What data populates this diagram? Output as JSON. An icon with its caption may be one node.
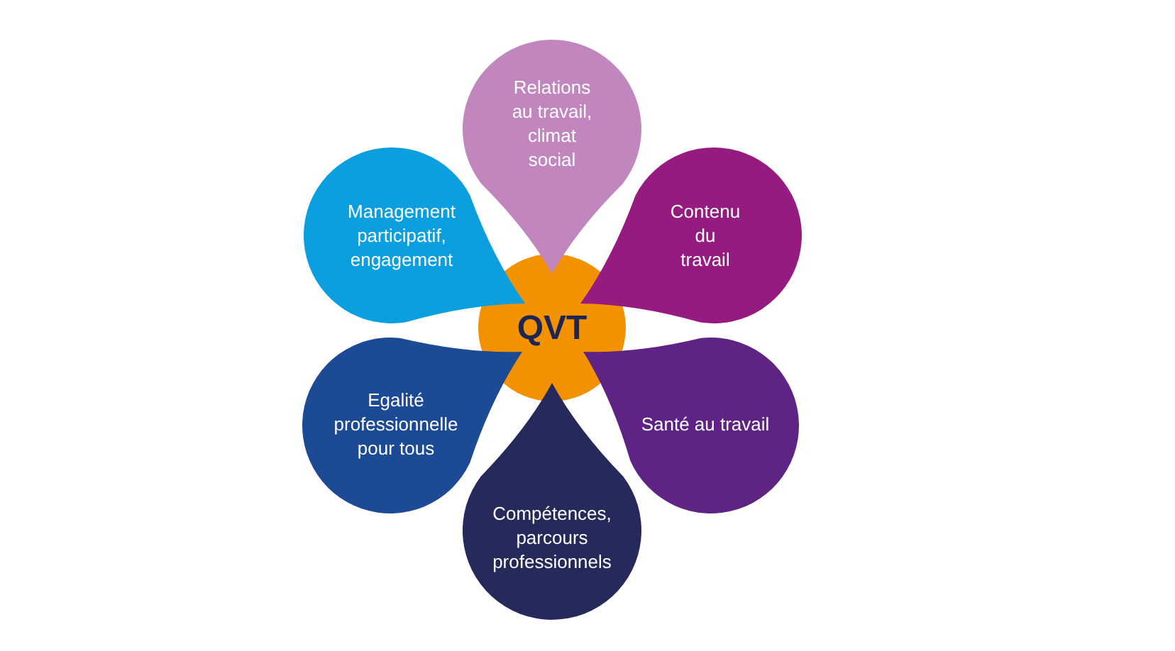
{
  "diagram": {
    "nodes": [
      {
        "text": [
          "Relations au travail, climat social"
        ]
      },
      {
        "text": [
          "Management participatif, engagement"
        ]
      },
      {
        "text": [
          "Contenu du travail"
        ]
      },
      {
        "text": [
          "QVT"
        ]
      },
      {
        "text": [
          "Egalité professionnelle pour tous"
        ]
      },
      {
        "text": [
          "Santé au travail"
        ]
      },
      {
        "text": [
          "Compétences, parcours professionnels"
        ]
      }
    ]
  }
}
